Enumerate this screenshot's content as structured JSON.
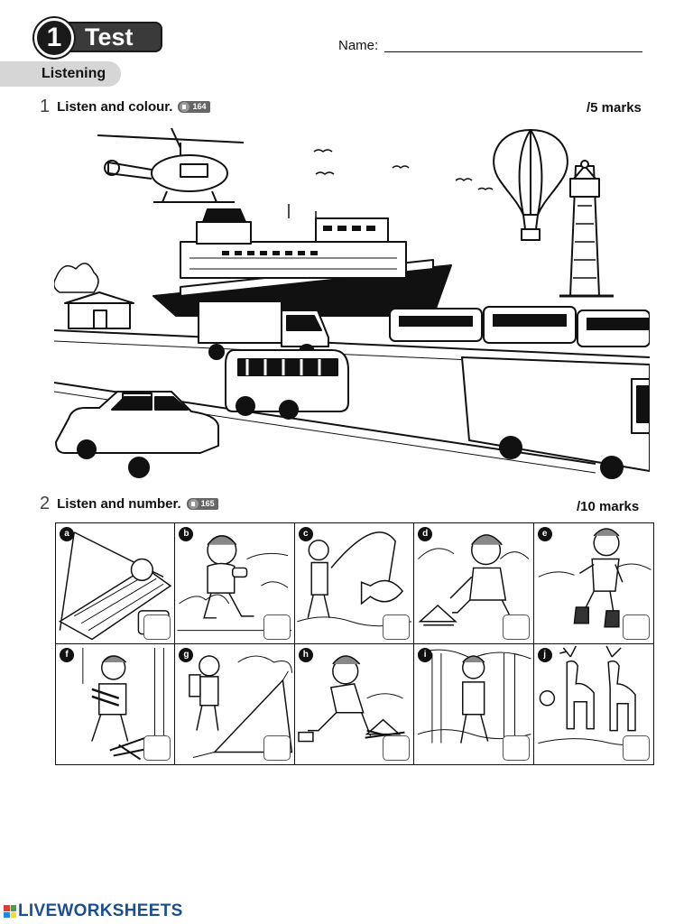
{
  "header": {
    "test_number": "1",
    "test_label": "Test",
    "name_label": "Name:"
  },
  "section": {
    "label": "Listening"
  },
  "questions": [
    {
      "number": "1",
      "instruction": "Listen and colour.",
      "audio_track": "164",
      "marks": "/5 marks"
    },
    {
      "number": "2",
      "instruction": "Listen and number.",
      "audio_track": "165",
      "marks": "/10 marks"
    }
  ],
  "pictures": [
    {
      "letter": "a",
      "icon": "sleeping-bag-icon"
    },
    {
      "letter": "b",
      "icon": "eating-sandwich-icon"
    },
    {
      "letter": "c",
      "icon": "fishing-icon"
    },
    {
      "letter": "d",
      "icon": "toasting-marshmallow-icon"
    },
    {
      "letter": "e",
      "icon": "wellington-boots-icon"
    },
    {
      "letter": "f",
      "icon": "collecting-wood-icon"
    },
    {
      "letter": "g",
      "icon": "tent-icon"
    },
    {
      "letter": "h",
      "icon": "campfire-icon"
    },
    {
      "letter": "i",
      "icon": "forest-walk-icon"
    },
    {
      "letter": "j",
      "icon": "deer-icon"
    }
  ],
  "footer": {
    "brand": "LIVEWORKSHEETS"
  },
  "colors": {
    "brand_blue": "#1b4f8f",
    "section_grey": "#d6d6d6"
  }
}
